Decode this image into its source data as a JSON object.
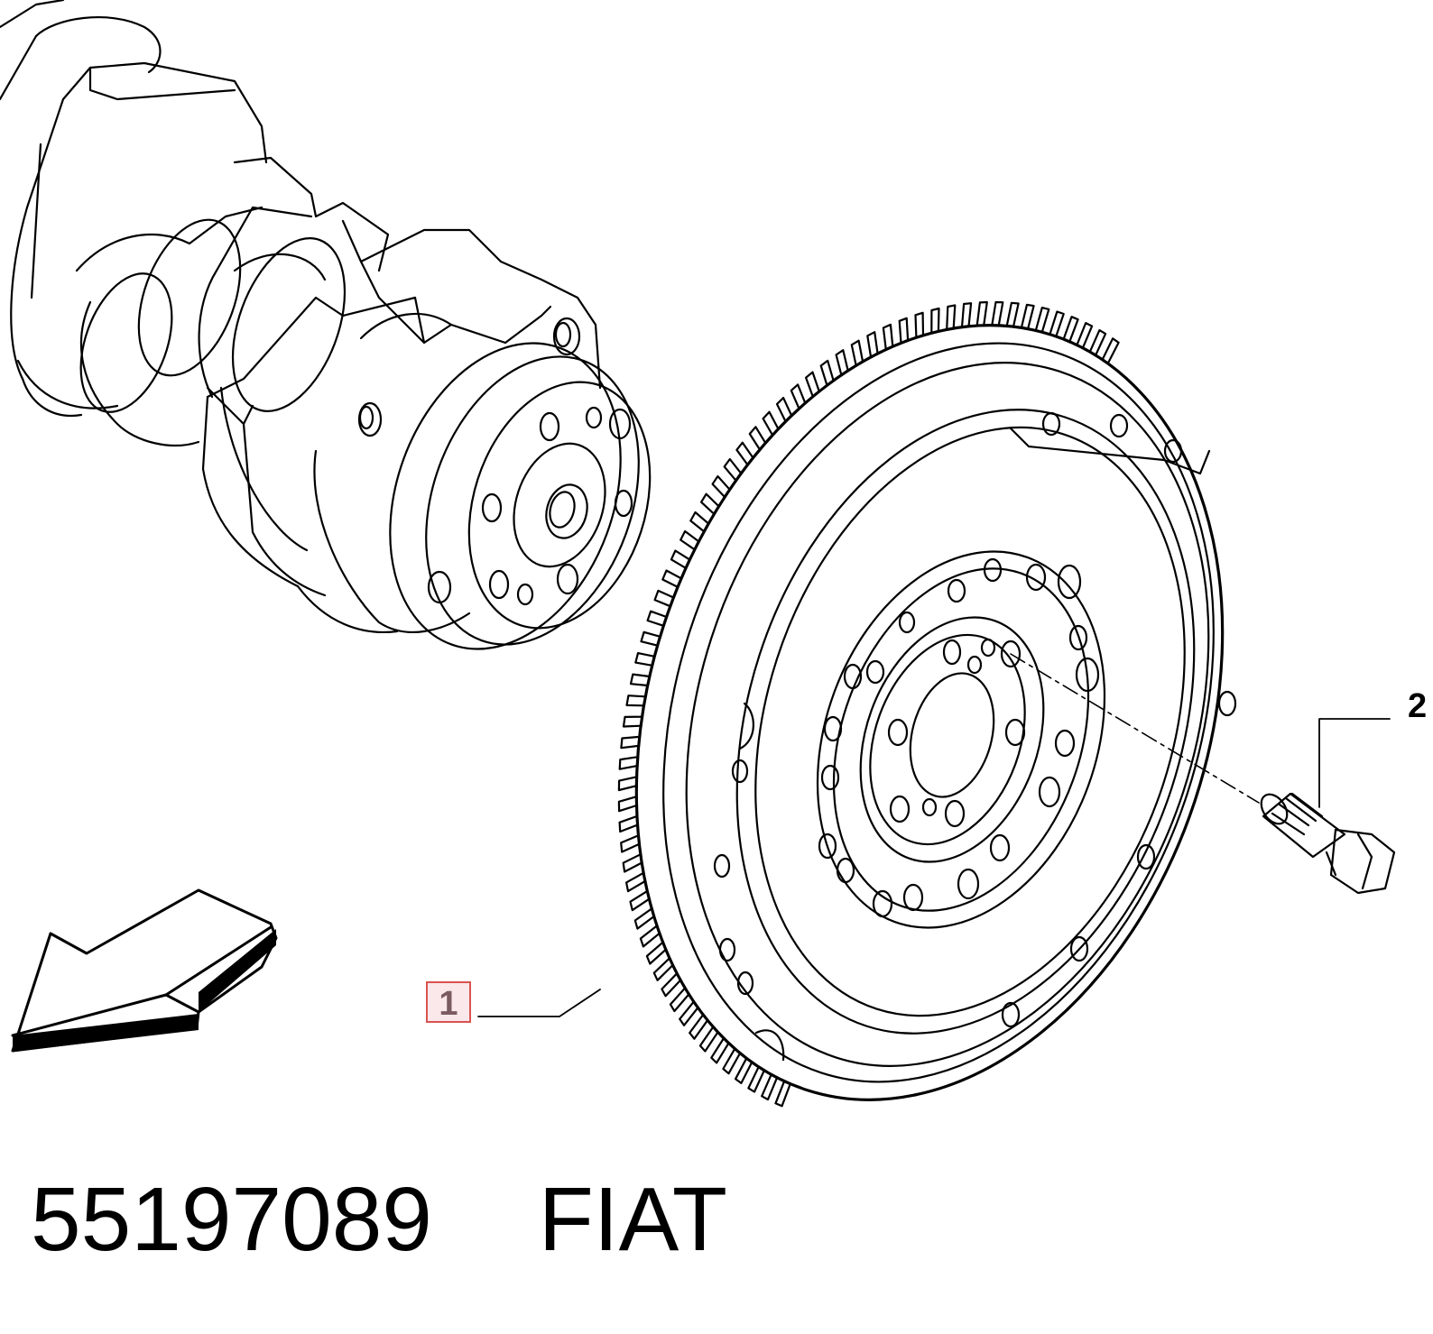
{
  "diagram": {
    "callouts": [
      {
        "id": "1",
        "label": "1",
        "part": "flywheel",
        "highlighted": true,
        "highlight_color": "#d9534f"
      },
      {
        "id": "2",
        "label": "2",
        "part": "bolt",
        "highlighted": false
      }
    ],
    "direction_arrow_icon": "front-direction-arrow-icon"
  },
  "caption": {
    "part_number": "55197089",
    "brand": "FIAT"
  }
}
